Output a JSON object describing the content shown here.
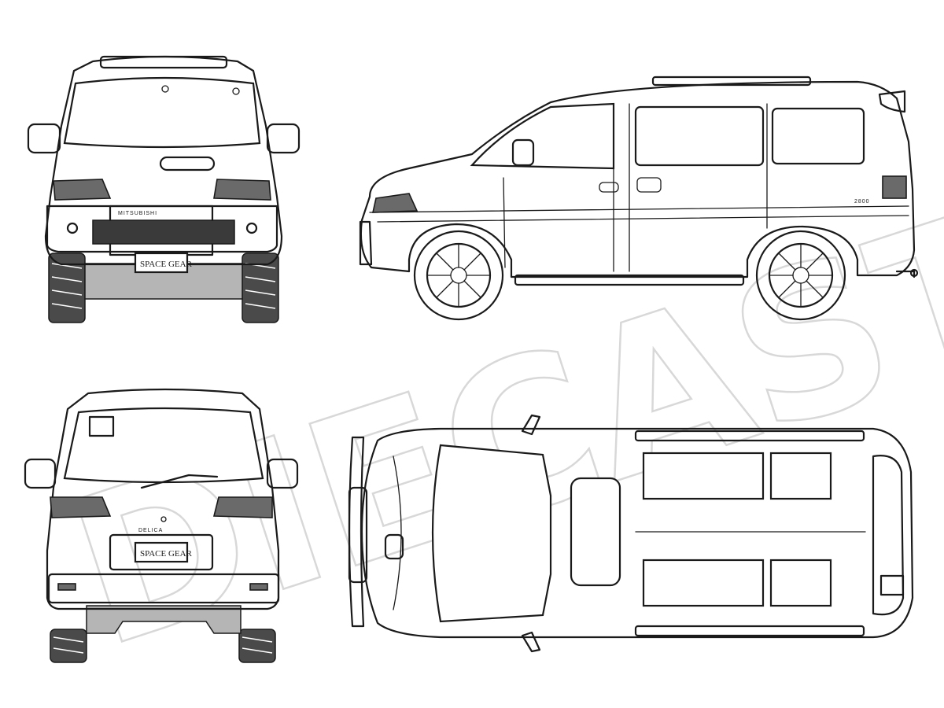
{
  "watermark": {
    "text": "DIECAST"
  },
  "views": {
    "front": {
      "badge": "MITSUBISHI",
      "plate": "SPACE GEAR"
    },
    "side": {
      "badge": "2800"
    },
    "rear": {
      "badge": "DELICA",
      "plate": "SPACE GEAR"
    },
    "top": {}
  },
  "colors": {
    "line": "#1a1a1a",
    "shade": "#4a4a4a",
    "background": "#ffffff"
  }
}
